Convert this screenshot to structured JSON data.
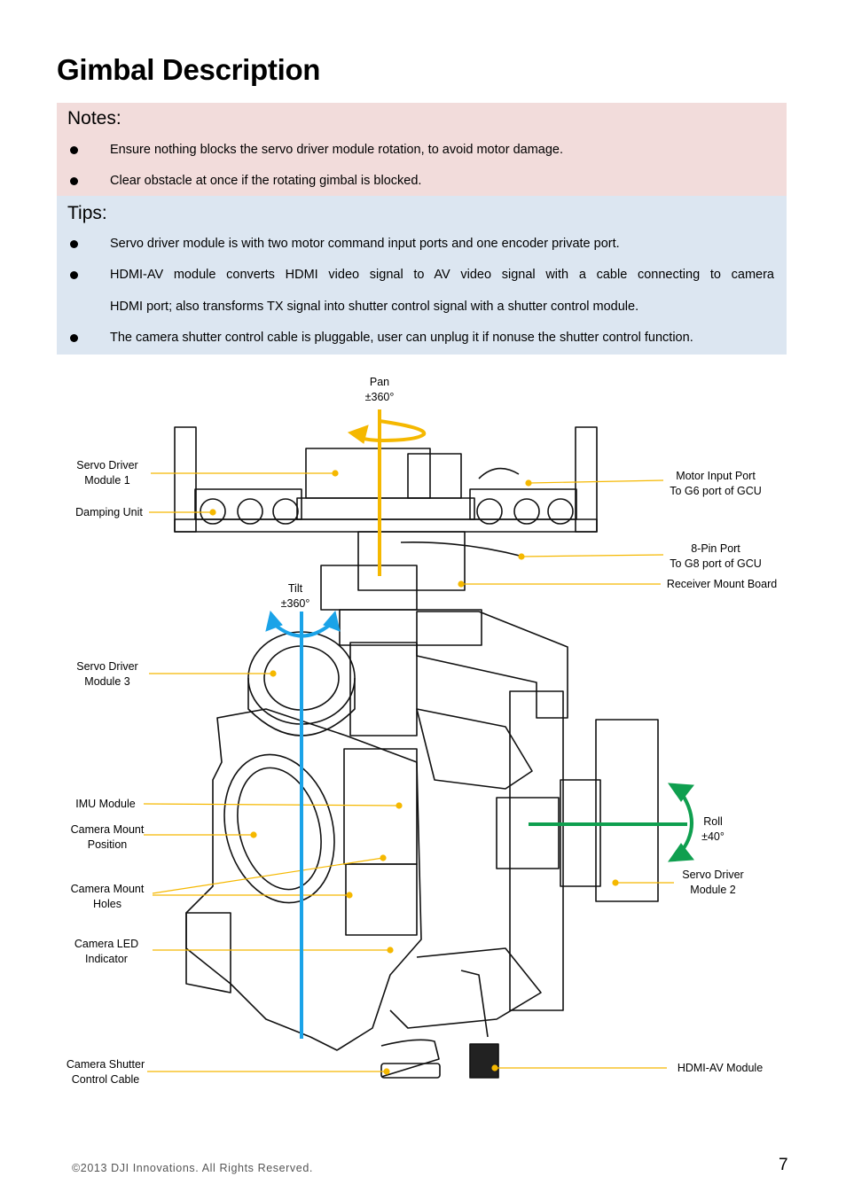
{
  "page": {
    "title": "Gimbal Description"
  },
  "notes": {
    "heading": "Notes:",
    "items": [
      "Ensure nothing blocks the servo driver module rotation, to avoid motor damage.",
      "Clear obstacle at once if the rotating gimbal is blocked."
    ]
  },
  "tips": {
    "heading": "Tips:",
    "items": [
      "Servo driver module is with two motor command input ports and one encoder private port.",
      "HDMI-AV module converts HDMI video signal to AV video signal with a cable connecting to camera",
      "HDMI port; also transforms TX signal into shutter control signal with a shutter control module.",
      "The camera shutter control cable is pluggable, user can unplug it if nonuse the shutter control function."
    ]
  },
  "diagram": {
    "axes": {
      "pan": {
        "name": "Pan",
        "range": "±360°",
        "color": "#f5b800"
      },
      "tilt": {
        "name": "Tilt",
        "range": "±360°",
        "color": "#1aa3e8"
      },
      "roll": {
        "name": "Roll",
        "range": "±40°",
        "color": "#0f9f4f"
      }
    },
    "labels": {
      "servo1": [
        "Servo Driver",
        "Module 1"
      ],
      "damping": "Damping Unit",
      "motor_port": [
        "Motor Input Port",
        "To G6 port of GCU"
      ],
      "pin8": [
        "8-Pin Port",
        "To G8 port of GCU"
      ],
      "receiver": "Receiver Mount Board",
      "servo3": [
        "Servo Driver",
        "Module 3"
      ],
      "imu": "IMU Module",
      "cam_mount_pos": [
        "Camera Mount",
        "Position"
      ],
      "cam_mount_holes": [
        "Camera Mount",
        "Holes"
      ],
      "led": [
        "Camera LED",
        "Indicator"
      ],
      "servo2": [
        "Servo Driver",
        "Module 2"
      ],
      "shutter": [
        "Camera Shutter",
        "Control Cable"
      ],
      "hdmi": "HDMI-AV Module"
    },
    "leader_color": "#f5b800"
  },
  "footer": {
    "copyright": "©2013  DJI  Innovations.  All  Rights  Reserved.",
    "page_number": "7"
  }
}
